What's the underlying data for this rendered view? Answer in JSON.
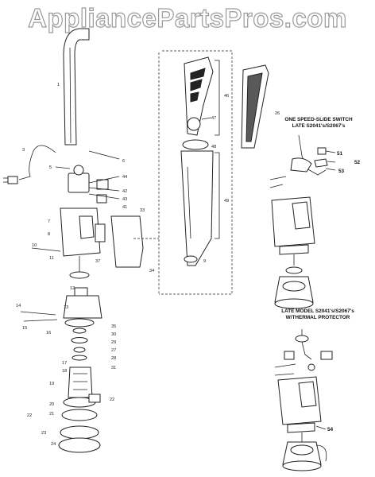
{
  "watermark": "AppliancePartsPros.com",
  "captions": {
    "one_speed_line1": "ONE SPEED-SLIDE SWITCH",
    "one_speed_line2": "LATE S2041's/S2067's",
    "late_model_line1": "LATE MODEL S2041's/S2067's",
    "late_model_line2": "W/THERMAL PROTECTOR"
  },
  "part_numbers": {
    "n51": "51",
    "n52": "52",
    "n53": "53",
    "n54": "54"
  },
  "colors": {
    "line": "#222222",
    "watermark_outline": "#9a9a9a"
  }
}
